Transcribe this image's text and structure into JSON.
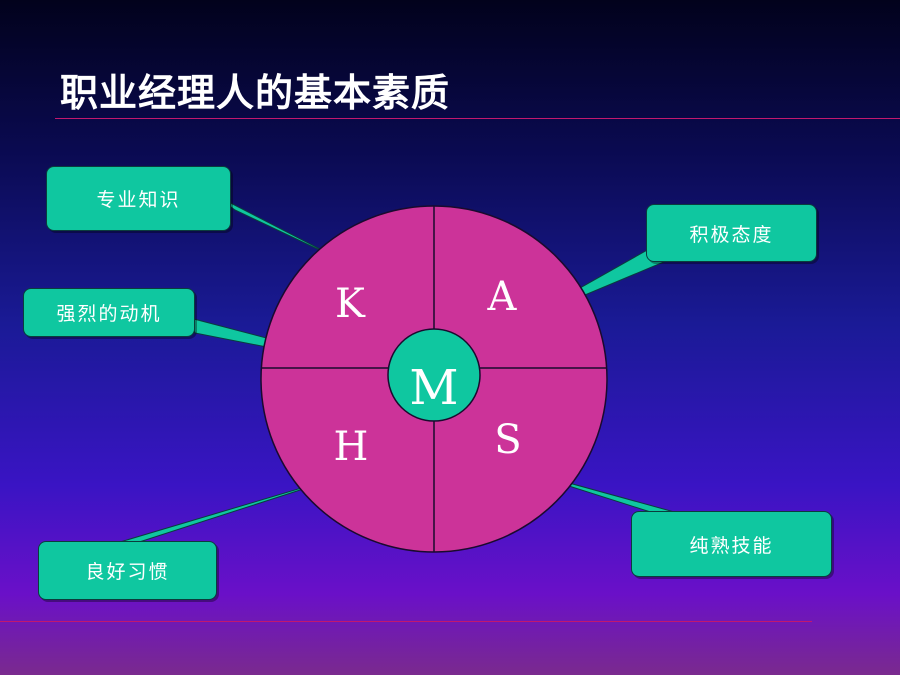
{
  "title": "职业经理人的基本素质",
  "colors": {
    "circle_fill": "#cc3399",
    "center_fill": "#0fc7a0",
    "callout_fill": "#0fc7a0",
    "rule": "#c2186e"
  },
  "quadrants": {
    "k": "K",
    "a": "A",
    "h": "H",
    "s": "S"
  },
  "center": "M",
  "callouts": {
    "knowledge": "专业知识",
    "attitude": "积极态度",
    "motivation": "强烈的动机",
    "habits": "良好习惯",
    "skills": "纯熟技能"
  }
}
